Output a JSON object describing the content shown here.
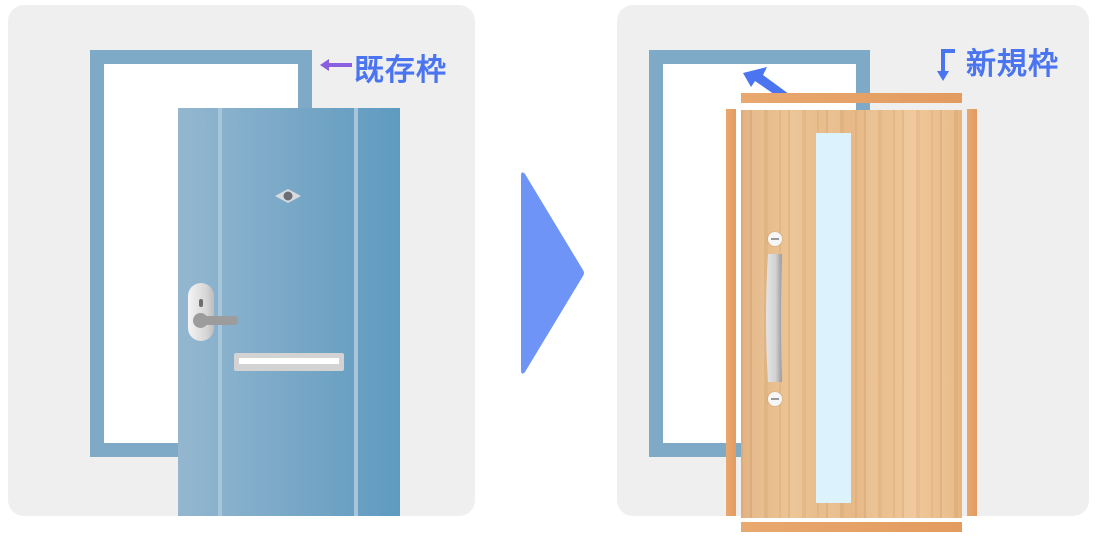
{
  "before": {
    "label": "既存枠",
    "arrow_icon": "left-arrow",
    "frame_color": "#7eaac7",
    "door_color": "#74a5c5"
  },
  "after": {
    "label": "新規枠",
    "arrow_icon": "down-arrow",
    "removal_arrow_icon": "up-left-arrow",
    "frame_color": "#e39b5f",
    "door_color": "#e7b987",
    "glass_color": "#dcf3fd"
  },
  "transition": {
    "icon": "right-triangle-arrow",
    "color": "#6f94f7"
  },
  "colors": {
    "panel_bg": "#efefef",
    "label_color": "#4a74f0",
    "arrow_purple": "#8a5ee0"
  }
}
